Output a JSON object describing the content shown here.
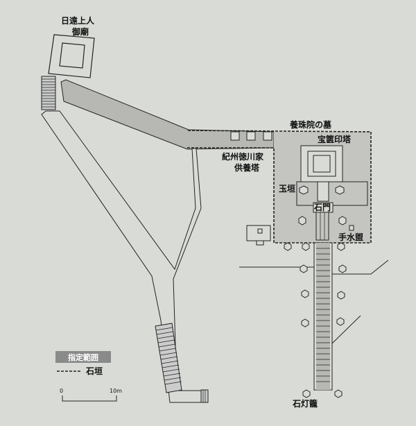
{
  "labels": {
    "mausoleum_line1": "日遠上人",
    "mausoleum_line2": "御廟",
    "yojuin_grave": "養珠院の墓",
    "pagoda": "宝篋印塔",
    "kishu_line1": "紀州徳川家",
    "kishu_line2": "供養塔",
    "tamagaki": "玉垣",
    "stone_gate": "石門",
    "water_basin": "手水盥",
    "stone_lanterns": "石灯籠"
  },
  "legend": {
    "title": "指定範囲",
    "stone_wall": "石垣"
  },
  "scale": {
    "zero": "0",
    "ten": "10m"
  },
  "colors": {
    "background": "#d9dcd6",
    "path_fill": "#b7b7b3",
    "enclosure_fill": "#c4c4c0",
    "line": "#222222"
  }
}
